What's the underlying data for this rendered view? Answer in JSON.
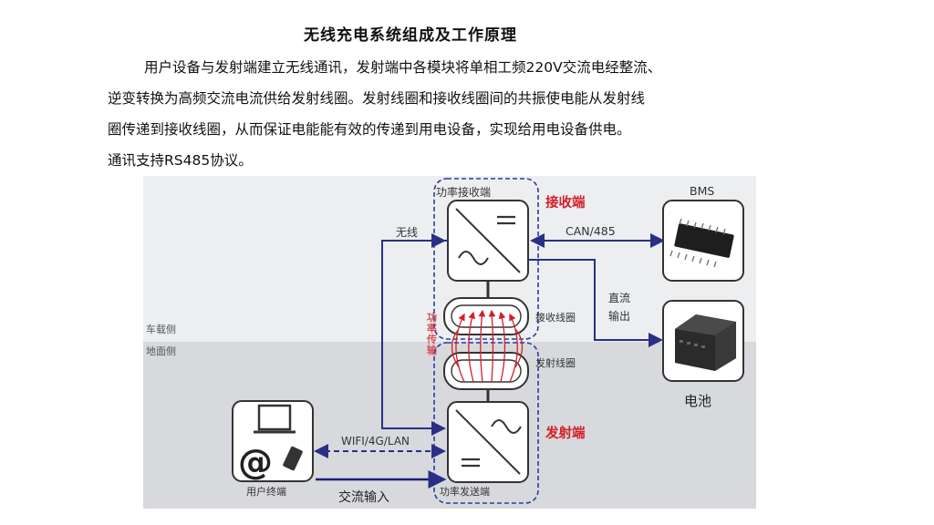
{
  "document": {
    "title": "无线充电系统组成及工作原理",
    "paragraph": [
      "用户设备与发射端建立无线通讯，发射端中各模块将单相工频220V交流电经整流、",
      "逆变转换为高频交流电流供给发射线圈。发射线圈和接收线圈间的共振使电能从发射线",
      "圈传递到接收线圈，从而保证电能能有效的传递到用电设备，实现给用电设备供电。",
      "通讯支持RS485协议。"
    ]
  },
  "diagram": {
    "receiver_module_label": "功率接收端",
    "receiver_side_label": "接收端",
    "wireless_label": "无线",
    "can_label": "CAN/485",
    "bms_label": "BMS",
    "dc_output_label": [
      "直流",
      "输出"
    ],
    "receive_coil_label": "接收线圈",
    "transmit_coil_label": "发射线圈",
    "vehicle_side_label": "车载侧",
    "ground_side_label": "地面侧",
    "power_transfer_label": "功率传输",
    "battery_label": "电池",
    "transmitter_side_label": "发射端",
    "wifi_label": "WIFI/4G/LAN",
    "user_terminal_label": "用户终端",
    "ac_input_label": "交流输入",
    "transmitter_module_label": "功率发送端",
    "colors": {
      "arrow": "#2a2f86",
      "dash": "#2a3d9c",
      "red": "#d1202a",
      "vehicle_bg": "#eceef0",
      "ground_bg": "#d7d9dc"
    }
  }
}
